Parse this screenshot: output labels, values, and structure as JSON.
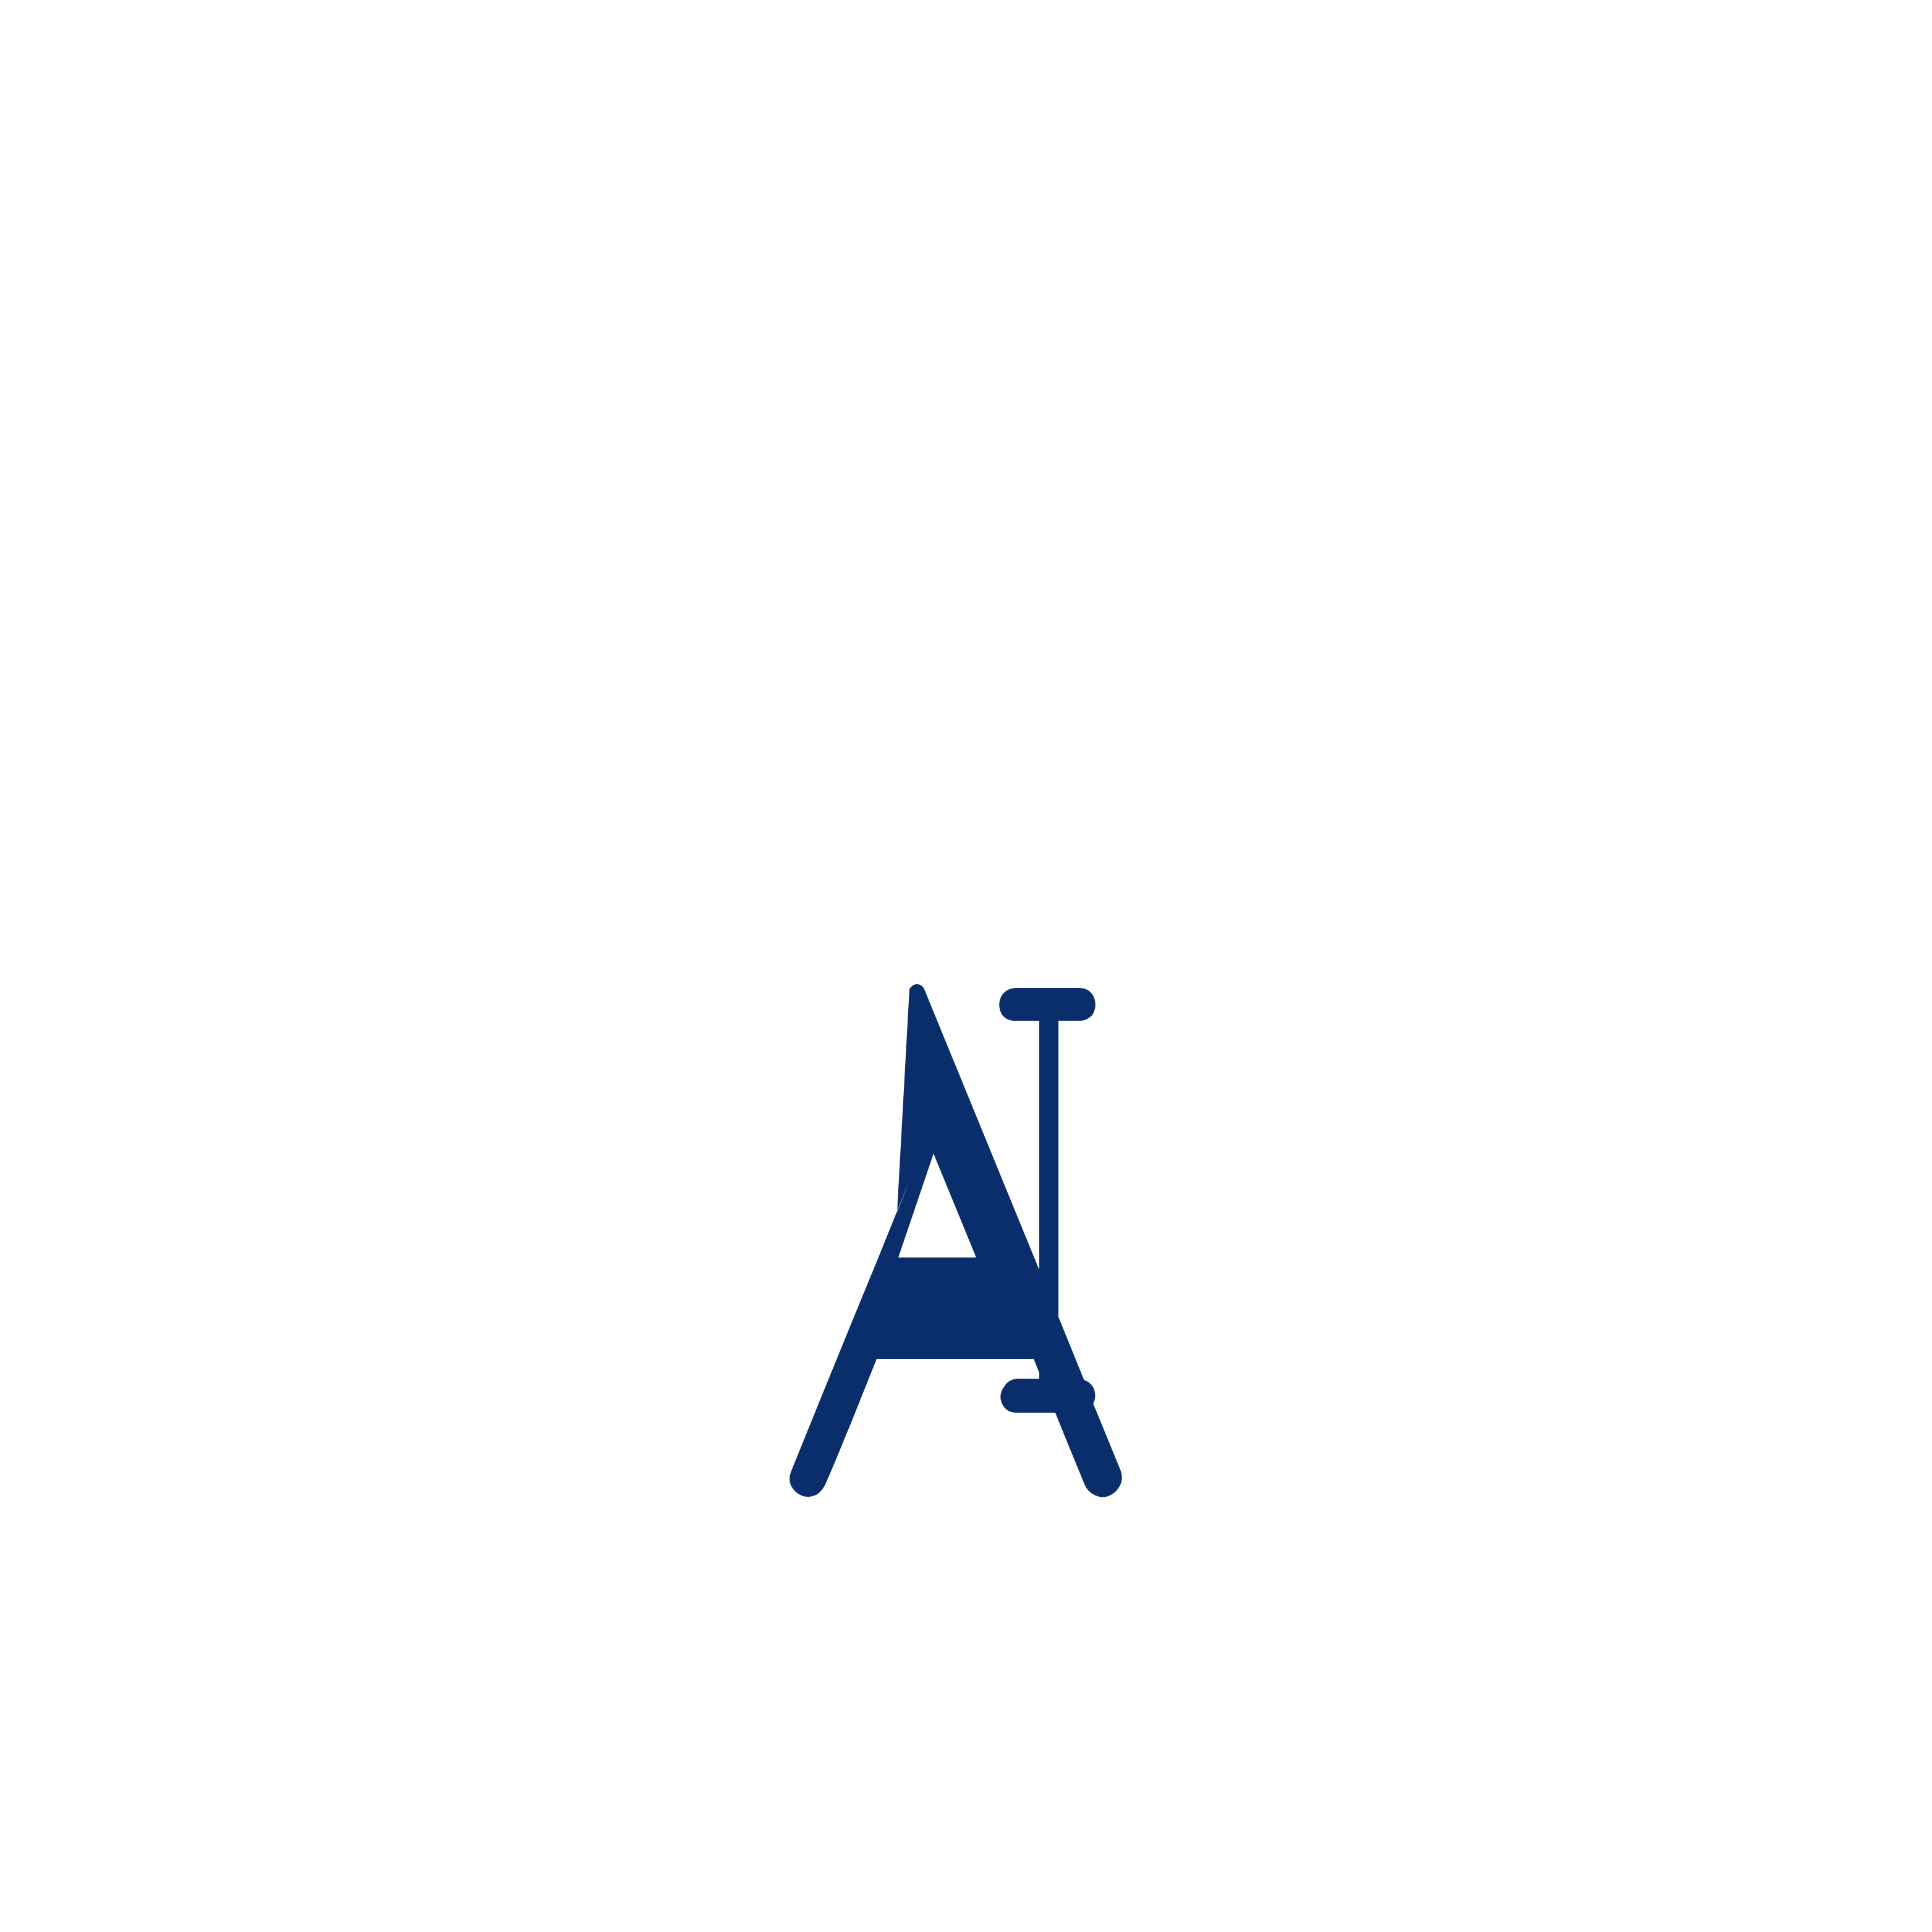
{
  "logo": {
    "text": "AI",
    "letters": [
      "A",
      "I"
    ],
    "color": "#0a2d6b"
  },
  "background_color": "#ffffff"
}
